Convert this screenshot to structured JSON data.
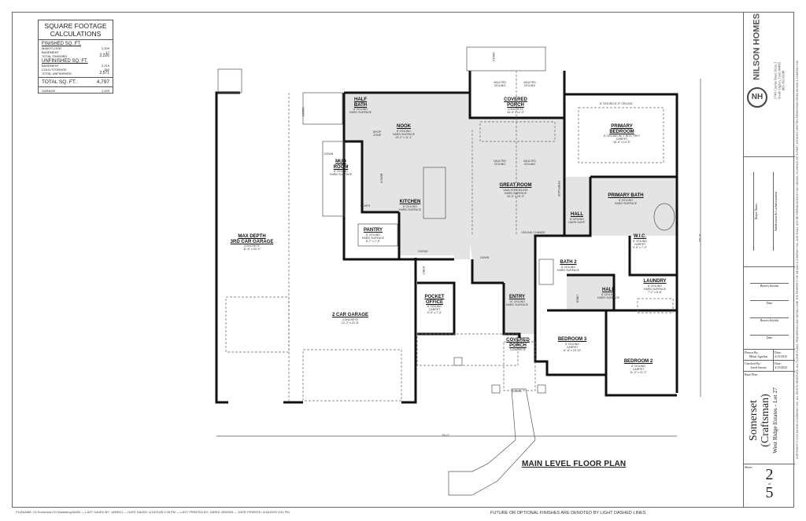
{
  "sqft": {
    "title": "SQUARE FOOTAGE CALCULATIONS",
    "finished_header": "FINISHED SQ. FT.",
    "main_floor_label": "MAIN FLOOR",
    "main_floor": "2,209",
    "basement_label": "BASEMENT",
    "basement": "17",
    "total_finished_label": "TOTAL FINISHED",
    "total_finished": "2,226",
    "unfinished_header": "UNFINISHED SQ. FT.",
    "unf_basement_label": "BASEMENT",
    "unf_basement": "2,219",
    "cold_storage_label": "COLD STORAGE",
    "cold_storage": "352",
    "total_unfinished_label": "TOTAL UNFINISHED",
    "total_unfinished": "2,571",
    "total_label": "TOTAL SQ. FT.:",
    "total": "4,797",
    "garage_label": "GARAGE",
    "garage": "1,003"
  },
  "rooms": [
    {
      "name": "HALF\nBATH",
      "lines": [
        "8' CEILING",
        "HARD SURFACE"
      ]
    },
    {
      "name": "NOOK",
      "lines": [
        "8' CEILING",
        "HARD SURFACE",
        "13'-2\" x 11'-1\""
      ]
    },
    {
      "name": "COVERED\nPORCH",
      "lines": [
        "CONCRETE",
        "16'-0\" x 12'-0\""
      ]
    },
    {
      "name": "PRIMARY\nBEDROOM",
      "lines": [
        "8' CEILING W/ 1' BOX TREY",
        "CARPET",
        "18'-0\" x 13'-5\""
      ]
    },
    {
      "name": "MUD\nROOM",
      "lines": [
        "8' CEILING",
        "HARD SURFACE"
      ]
    },
    {
      "name": "KITCHEN",
      "lines": [
        "8' CEILING",
        "HARD SURFACE"
      ]
    },
    {
      "name": "GREAT ROOM",
      "lines": [
        "VAULTED CEILING",
        "HARD SURFACE",
        "16'-5\" x 15'-4\""
      ]
    },
    {
      "name": "PRIMARY BATH",
      "lines": [
        "8' CEILING",
        "HARD SURFACE"
      ]
    },
    {
      "name": "HALL",
      "lines": [
        "8' CEILING",
        "HARD SURF."
      ]
    },
    {
      "name": "PANTRY",
      "lines": [
        "8' CEILING",
        "HARD SURFACE",
        "8'-7\" x 7'-8\""
      ]
    },
    {
      "name": "MAX DEPTH\n3RD CAR GARAGE",
      "lines": [
        "CONCRETE",
        "11'-8\" x 43'-4\""
      ]
    },
    {
      "name": "W.I.C.",
      "lines": [
        "8' CEILING",
        "CARPET",
        "9'-5\" x 7'-0\""
      ]
    },
    {
      "name": "BATH 2",
      "lines": [
        "8' CEILING",
        "HARD SURFACE"
      ]
    },
    {
      "name": "LAUNDRY",
      "lines": [
        "8' CEILING",
        "HARD SURFACE",
        "7'-1\" x 8'-8\""
      ]
    },
    {
      "name": "HALL",
      "lines": [
        "8' CEILING",
        "HARD SURFACE"
      ]
    },
    {
      "name": "POCKET\nOFFICE",
      "lines": [
        "8' CEILING",
        "CARPET",
        "5'-9\" x 7'-3\""
      ]
    },
    {
      "name": "ENTRY",
      "lines": [
        "10' CEILING",
        "HARD SURFACE"
      ]
    },
    {
      "name": "2 CAR GARAGE",
      "lines": [
        "CONCRETE",
        "21'-2\" x 22'-6\""
      ]
    },
    {
      "name": "BEDROOM 3",
      "lines": [
        "8' CEILING",
        "CARPET",
        "11'-8\" x 10'-11\""
      ]
    },
    {
      "name": "BEDROOM 2",
      "lines": [
        "8' CEILING",
        "CARPET",
        "11'-0\" x 11'-2\""
      ]
    },
    {
      "name": "COVERED\nPORCH",
      "lines": [
        "CONCRETE"
      ]
    }
  ],
  "annotations": {
    "down": "DOWN",
    "drop_zone": "DROP ZONE",
    "coats": "COATS",
    "bench": "BENCH",
    "ovens": "OVENS",
    "linen": "LINEN",
    "vaulted": "VAULTED CEILING",
    "ceiling_change": "CEILING CHANGE",
    "fireplace": "FIREPLACE",
    "primary_ceiling": "8' CEILING 8'-9\" CEILING",
    "dim_width": "78'-0\"",
    "dim_depth": "56'-3\""
  },
  "plan_title": "MAIN LEVEL FLOOR PLAN",
  "note": "FUTURE OR OPTIONAL FINISHES ARE DENOTED BY LIGHT DASHED LINES",
  "footer": "FILENAME: 02 Somerset-CD Marketing-MAIN  —  LAST SAVED BY: JAREDJ  —  DATE SAVED: 4/15/2025 2:38 PM  —  LAST PRINTED BY: JARED JENSEN  —  DATE PRINTED: 4/18/2025 3:51 PM",
  "title_block": {
    "logo_text": "NILSON HOMES",
    "logo_mark": "NH",
    "address": [
      "1740 Combe Road Suite 2",
      "South Ogden, Utah 84403",
      "801-392-8100"
    ],
    "buyer_name": "Buyer Name",
    "subdivision": "Subdivision & Lot Information",
    "buyers_initials_1": "Buyers Initials",
    "date_1": "Date",
    "buyers_initials_2": "Buyers Initials",
    "date_2": "Date",
    "drawn_by_label": "Drawn By:",
    "drawn_by": "Mihai Zgarbur",
    "drawn_date_label": "Date:",
    "drawn_date": "4/15/2025",
    "checked_by_label": "Checked By:",
    "checked_by": "Jared Jensen",
    "checked_date_label": "Date:",
    "checked_date": "4/15/2025",
    "base_plan_label": "Base Plan:",
    "plan_name": "Somerset",
    "plan_style": "(Craftsman)",
    "lot": "West Ridge Estates - Lot 27",
    "sheet_label": "Sheet:",
    "sheet": "2",
    "of": "of",
    "sheet_total": "5",
    "copyright": "COPYRIGHT © 2025 NILSON & COMPANY INC. ALL RIGHTS RESERVED. ALL FLOOR PLANS, RENDERINGS AND DETAILS ARE THE PROPERTY OF NILSON & COMPANY INC. AND SHALL NOT BE REPRODUCED BY ANY MEANS, IN WHOLE OR IN PART, WITHOUT WRITTEN PERMISSION FROM NILSON & COMPANY INC."
  },
  "colors": {
    "wall": "#111111",
    "floor": "#e4e4e4",
    "line": "#666666"
  }
}
